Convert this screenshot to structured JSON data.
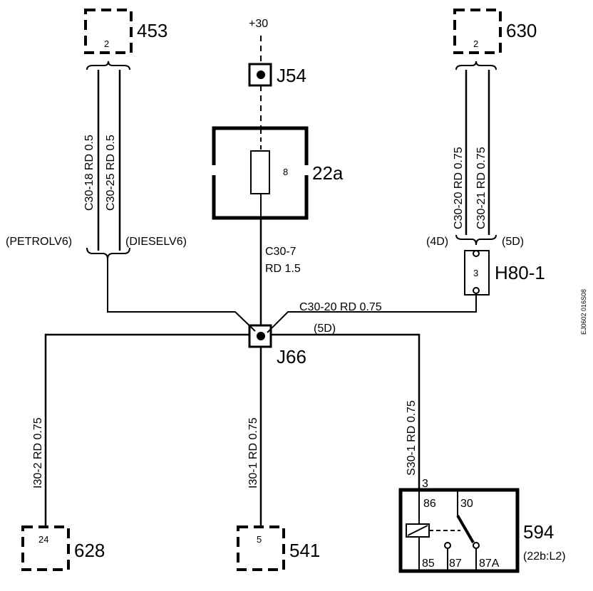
{
  "supply": "+30",
  "components": {
    "c453": {
      "label": "453",
      "pin": "2"
    },
    "c630": {
      "label": "630",
      "pin": "2"
    },
    "j54": {
      "label": "J54"
    },
    "fuse": {
      "label": "22a",
      "number": "8"
    },
    "j66": {
      "label": "J66"
    },
    "h80": {
      "label": "H80-1",
      "pin": "3"
    },
    "c628": {
      "label": "628",
      "pin": "24"
    },
    "c541": {
      "label": "541",
      "pin": "5"
    },
    "relay": {
      "label": "594",
      "sublabel": "(22b:L2)",
      "pin_3": "3",
      "pin_86": "86",
      "pin_30": "30",
      "pin_85": "85",
      "pin_87": "87",
      "pin_87a": "87A"
    }
  },
  "wires": {
    "c30_18": "C30-18  RD  0.5",
    "c30_25": "C30-25  RD  0.5",
    "c30_20_up": "C30-20  RD  0.75",
    "c30_21": "C30-21  RD  0.75",
    "c30_7_a": "C30-7",
    "c30_7_b": "RD   1.5",
    "c30_20_h": "C30-20   RD   0.75",
    "i30_2": "I30-2   RD  0.75",
    "i30_1": "I30-1   RD  0.75",
    "s30_1": "S30-1   RD  0.75"
  },
  "variants": {
    "petrol": "(PETROLV6)",
    "diesel": "(DIESELV6)",
    "v4d": "(4D)",
    "v5d_top": "(5D)",
    "v5d_mid": "(5D)"
  },
  "drawing_code": "EJ0602 016S08"
}
